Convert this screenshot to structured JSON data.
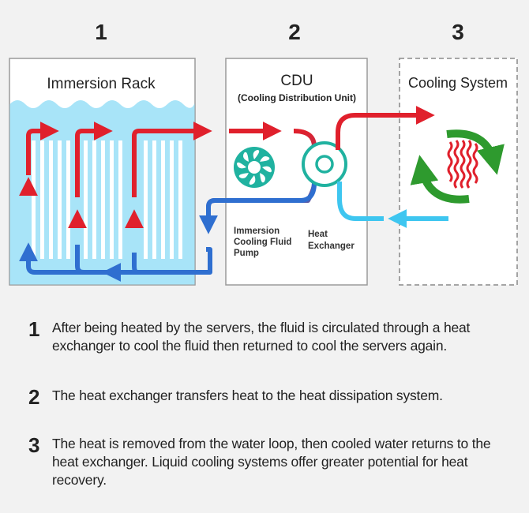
{
  "steps": [
    {
      "number": "1",
      "title": "Immersion Rack"
    },
    {
      "number": "2",
      "title": "CDU",
      "subtitle": "(Cooling Distribution Unit)"
    },
    {
      "number": "3",
      "title": "Cooling System"
    }
  ],
  "cdu_labels": {
    "pump": [
      "Immersion",
      "Cooling Fluid",
      "Pump"
    ],
    "exchanger": [
      "Heat",
      "Exchanger"
    ]
  },
  "legend": [
    {
      "number": "1",
      "text": "After being heated by the servers, the fluid is circulated through a heat exchanger to cool the fluid then returned to cool the servers again."
    },
    {
      "number": "2",
      "text": "The heat exchanger transfers heat to the heat dissipation system."
    },
    {
      "number": "3",
      "text": "The heat is removed from the water loop, then cooled water returns to the heat exchanger. Liquid cooling systems offer greater potential for heat recovery."
    }
  ],
  "colors": {
    "hot": "#e0202c",
    "cold": "#2f6fd0",
    "chilled": "#3ec6f0",
    "green": "#2e9a2e",
    "teal": "#20b2a0",
    "fluid": "#a8e4f8",
    "box_border": "#9a9a9a"
  },
  "icons": [
    "fan-icon",
    "heat-exchanger-icon",
    "heat-waves-icon",
    "recycle-arrows-icon"
  ]
}
